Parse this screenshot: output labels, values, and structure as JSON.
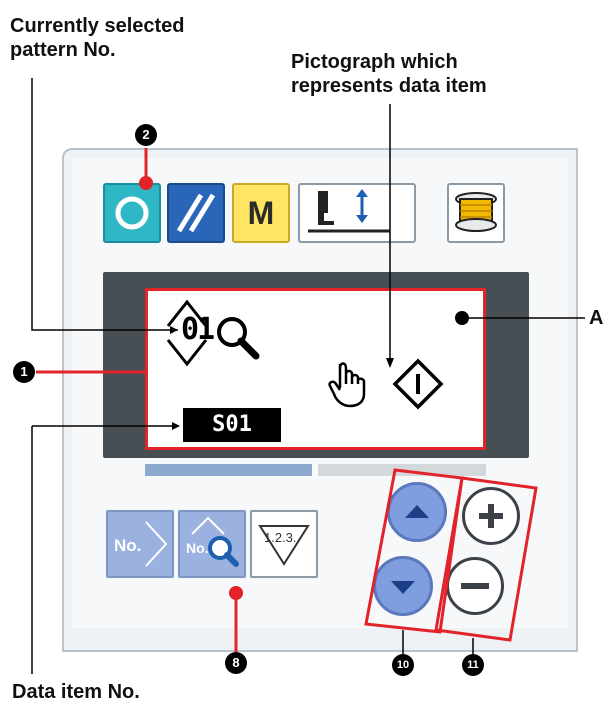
{
  "callouts": {
    "pattern_no_line1": "Currently selected",
    "pattern_no_line2": "pattern No.",
    "pictograph_line1": "Pictograph which",
    "pictograph_line2": "represents data item",
    "area_a": "A",
    "data_item_no": "Data item No."
  },
  "badges": {
    "b1": "1",
    "b2": "2",
    "b8": "8",
    "b10": "10",
    "b11": "11"
  },
  "keys": {
    "mode_label": "M",
    "no_label": "No.",
    "no_search_label": "No.",
    "test_label": "1.2.3.."
  },
  "screen": {
    "pattern_no": "01",
    "data_item_no": "S01"
  },
  "colors": {
    "highlight": "#e2232a",
    "ready_key": "#2fb7c6",
    "reset_key": "#2a66b8",
    "mode_key": "#ffe563",
    "blue_button": "#7f9ee0",
    "lcd_frame": "#474e54"
  },
  "icons": [
    "ready-icon",
    "reset-icon",
    "presser-foot-icon",
    "bobbin-winder-icon",
    "magnifier-icon",
    "hand-icon",
    "start-diamond-icon",
    "up-arrow-icon",
    "down-arrow-icon",
    "plus-icon",
    "minus-icon"
  ]
}
